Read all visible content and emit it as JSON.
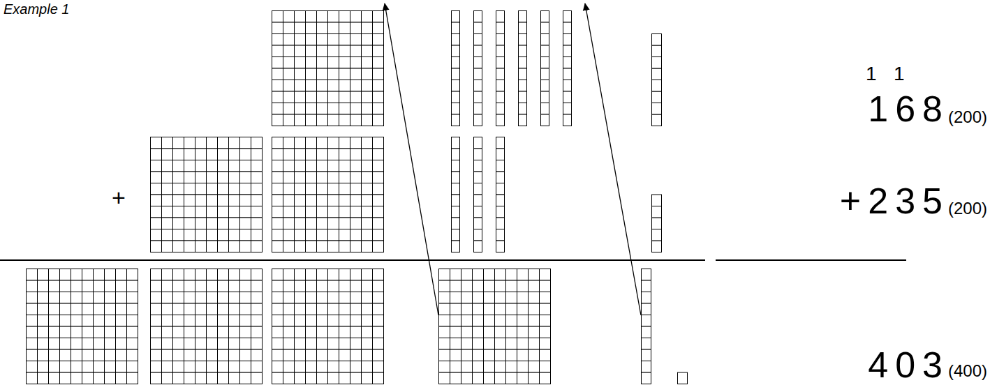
{
  "diagram": {
    "labels": [
      "Example 1",
      "1",
      "1",
      "168",
      "(200)",
      "+",
      "+235",
      "(200)",
      "403",
      "(400)"
    ]
  }
}
